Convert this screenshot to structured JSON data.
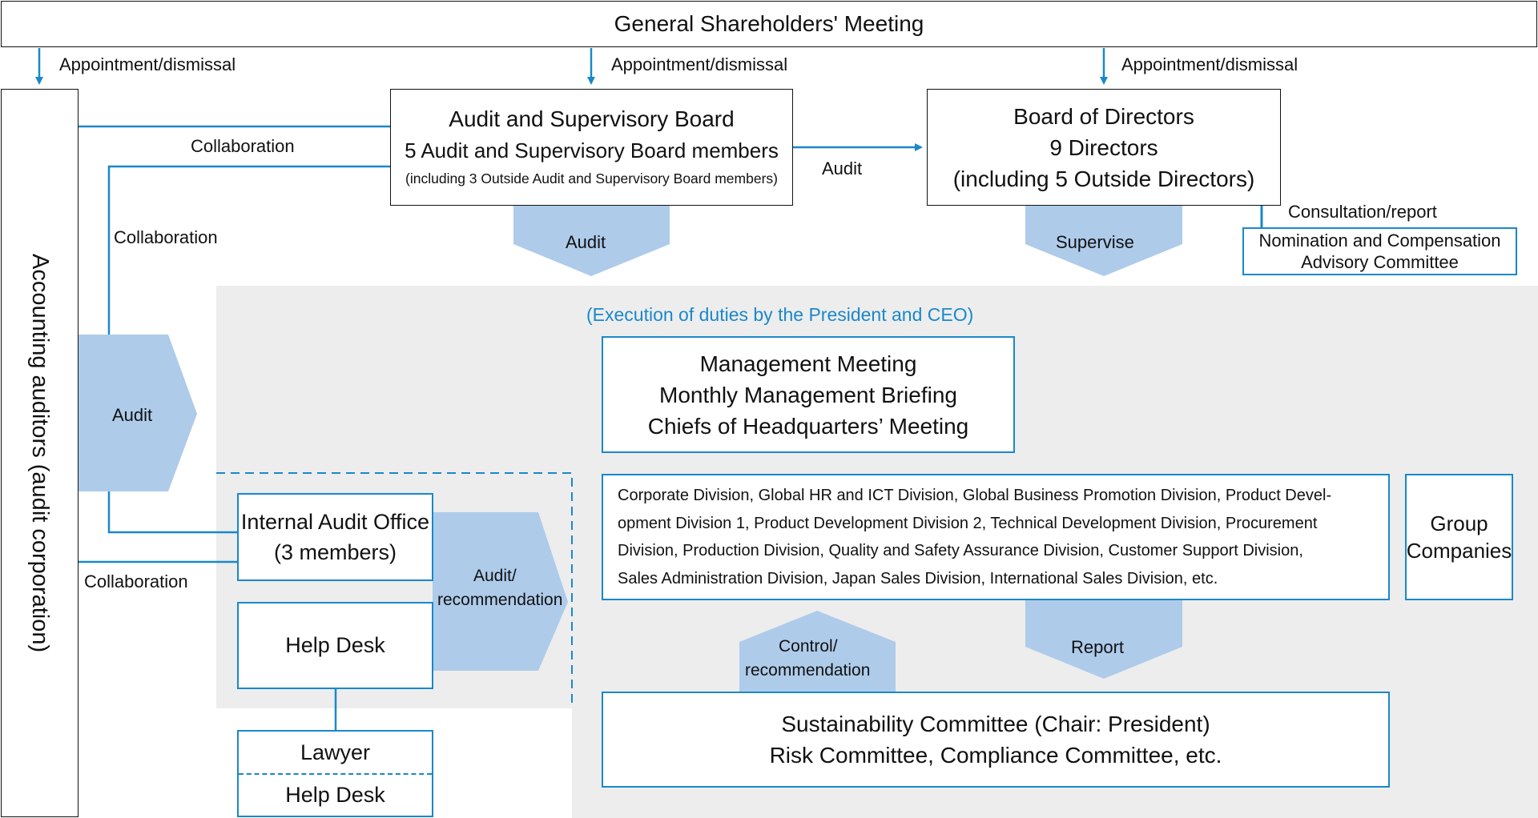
{
  "shareholders": "General Shareholders' Meeting",
  "appointment_label": "Appointment/dismissal",
  "audit_board": {
    "title": "Audit and Supervisory Board",
    "members": "5 Audit and Supervisory Board members",
    "note": "(including 3 Outside Audit and Supervisory Board members)"
  },
  "board_of_directors": {
    "title": "Board of Directors",
    "members": "9 Directors",
    "note": "(including 5 Outside Directors)"
  },
  "accounting_auditors": "Accounting auditors (audit corporation)",
  "labels": {
    "collaboration": "Collaboration",
    "audit": "Audit",
    "supervise": "Supervise",
    "consultation": "Consultation/report",
    "audit_recommendation_1": "Audit/",
    "audit_recommendation_2": "recommendation",
    "control_1": "Control/",
    "control_2": "recommendation",
    "report": "Report"
  },
  "nomination": {
    "line1": "Nomination and Compensation",
    "line2": "Advisory Committee"
  },
  "execution_heading": "(Execution of duties by the President and CEO)",
  "management": {
    "line1": "Management Meeting",
    "line2": "Monthly Management Briefing",
    "line3": "Chiefs of Headquarters’ Meeting"
  },
  "divisions": [
    "Corporate Division, Global HR and ICT Division, Global Business Promotion Division, Product Devel-",
    "opment Division 1, Product Development Division 2, Technical Development Division, Procurement",
    "Division, Production Division, Quality and Safety Assurance Division, Customer Support Division,",
    "Sales Administration Division, Japan Sales Division, International Sales Division, etc."
  ],
  "group": {
    "line1": "Group",
    "line2": "Companies"
  },
  "internal_audit": {
    "line1": "Internal Audit Office",
    "line2": "(3 members)"
  },
  "help_desk": "Help Desk",
  "lawyer": "Lawyer",
  "lawyer_help_desk": "Help Desk",
  "sustainability": {
    "line1": "Sustainability Committee (Chair: President)",
    "line2": "Risk Committee, Compliance Committee, etc."
  },
  "colors": {
    "line_blue": "#1a88c9",
    "fill_blue": "#aecbea",
    "gray_bg": "#ededed",
    "heading_blue": "#1a88c9"
  }
}
